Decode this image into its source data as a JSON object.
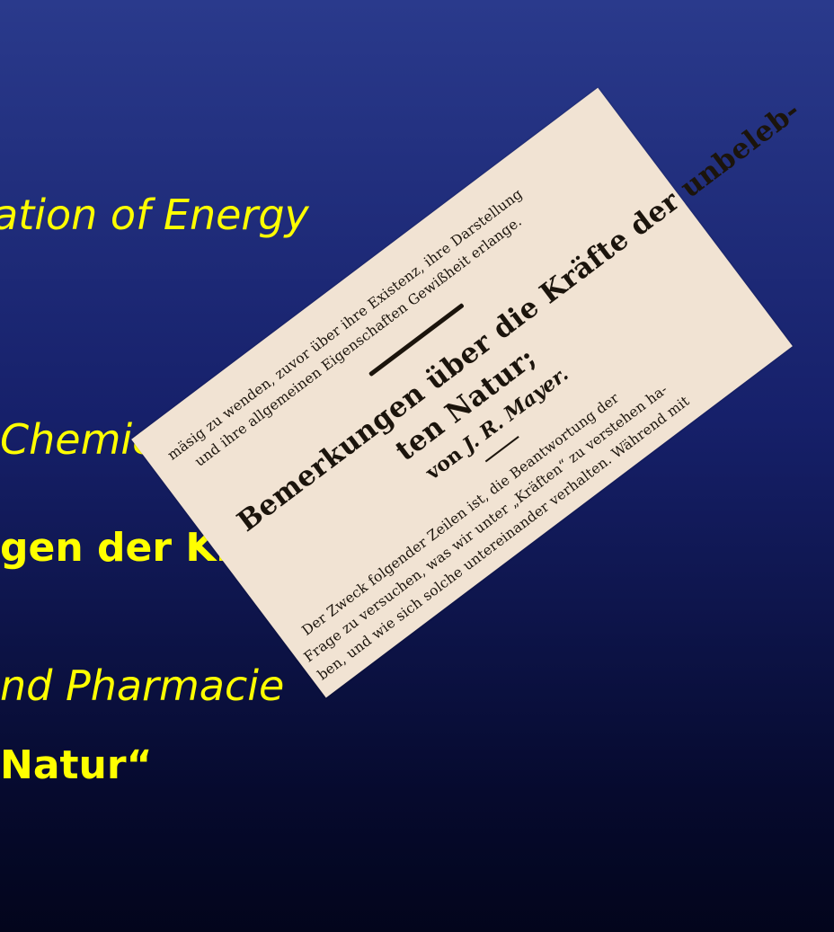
{
  "slide": {
    "lines": [
      "ation of Energy",
      "Chemie:",
      "gen der Kräfte“",
      "nd Pharmacie",
      "Natur“"
    ]
  },
  "clipping": {
    "top_line_1": "mäsig zu wenden, zuvor über ihre Existenz, ihre Darstellung",
    "top_line_2": "und ihre allgemeinen Eigenschaften Gewißheit erlange.",
    "heading_line_1": "Bemerkungen über die Kräfte der unbeleb-",
    "heading_line_2": "ten Natur;",
    "author_prefix": "von",
    "author_name": "J. R. Mayer.",
    "body_line_1": "Der Zweck folgender Zeilen ist, die Beantwortung der",
    "body_line_2": "Frage zu versuchen, was wir unter „Kräften“ zu verstehen ha-",
    "body_line_3": "ben, und wie sich solche untereinander verhalten. Während mit"
  },
  "colors": {
    "slide_text": "#ffff00",
    "paper": "#f1e3d3",
    "ink": "#1b140c",
    "background_top": "#2a3a8c",
    "background_bottom": "#03051c"
  }
}
